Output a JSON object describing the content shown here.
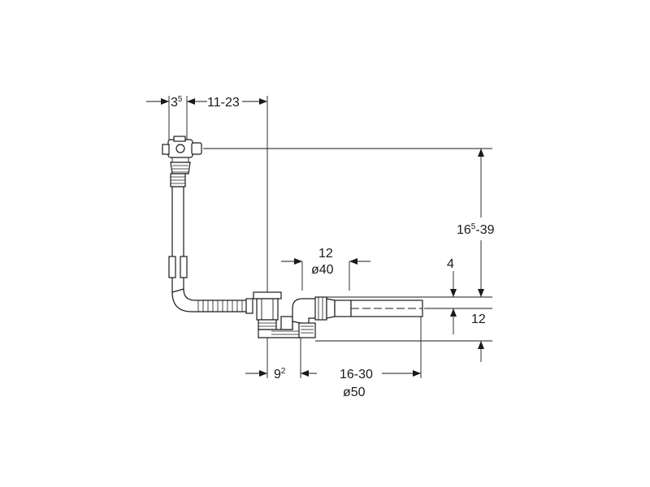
{
  "dimensions": {
    "top_left_base": "3",
    "top_left_sup": "5",
    "top_right": "11-23",
    "height_base": "16",
    "height_sup": "5",
    "height_rest": "-39",
    "mid_width": "12",
    "mid_diameter": "ø40",
    "drop": "4",
    "right_height": "12",
    "bottom_left_base": "9",
    "bottom_left_sup": "2",
    "bottom_right": "16-30",
    "bottom_diameter": "ø50"
  }
}
